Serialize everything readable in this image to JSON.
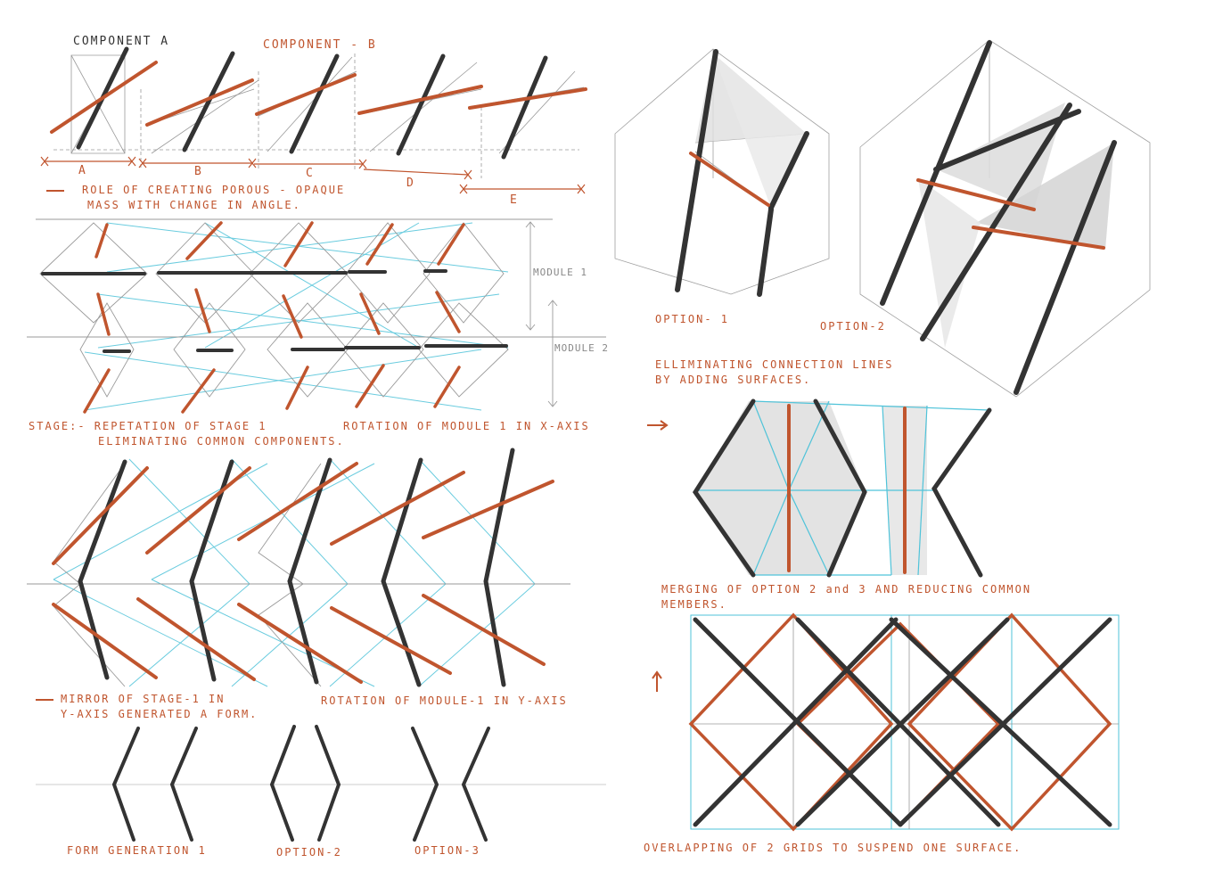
{
  "labels": {
    "component_a": "COMPONENT A",
    "component_b": "COMPONENT - B",
    "dim_a": "A",
    "dim_b": "B",
    "dim_c": "C",
    "dim_d": "D",
    "dim_e": "E",
    "role_line1": "ROLE OF CREATING POROUS - OPAQUE",
    "role_line2": "MASS WITH CHANGE IN ANGLE.",
    "module_1": "MODULE 1",
    "module_2": "MODULE 2",
    "stage_line1": "STAGE:- REPETATION OF STAGE 1",
    "stage_line2": "ELIMINATING COMMON COMPONENTS.",
    "rotation_x": "ROTATION OF MODULE 1 IN X-AXIS",
    "mirror_line1": "MIRROR OF STAGE-1 IN",
    "mirror_line2": "Y-AXIS GENERATED A FORM.",
    "rotation_y": "ROTATION OF MODULE-1 IN Y-AXIS",
    "form_gen": "FORM GENERATION 1",
    "option2_small": "OPTION-2",
    "option3_small": "OPTION-3",
    "option_1": "OPTION- 1",
    "option_2": "OPTION-2",
    "elim_line1": "ELLIMINATING CONNECTION LINES",
    "elim_line2": "BY ADDING SURFACES.",
    "merging_line1": "MERGING OF OPTION 2 and 3 AND REDUCING COMMON",
    "merging_line2": "MEMBERS.",
    "overlap": "OVERLAPPING OF 2 GRIDS TO SUSPEND ONE SURFACE."
  },
  "colors": {
    "ink": "#333333",
    "rust": "#c0552e",
    "cyan": "#4fc3d9",
    "pencil": "#9a9a9a",
    "shade": "#d9d9d9"
  }
}
